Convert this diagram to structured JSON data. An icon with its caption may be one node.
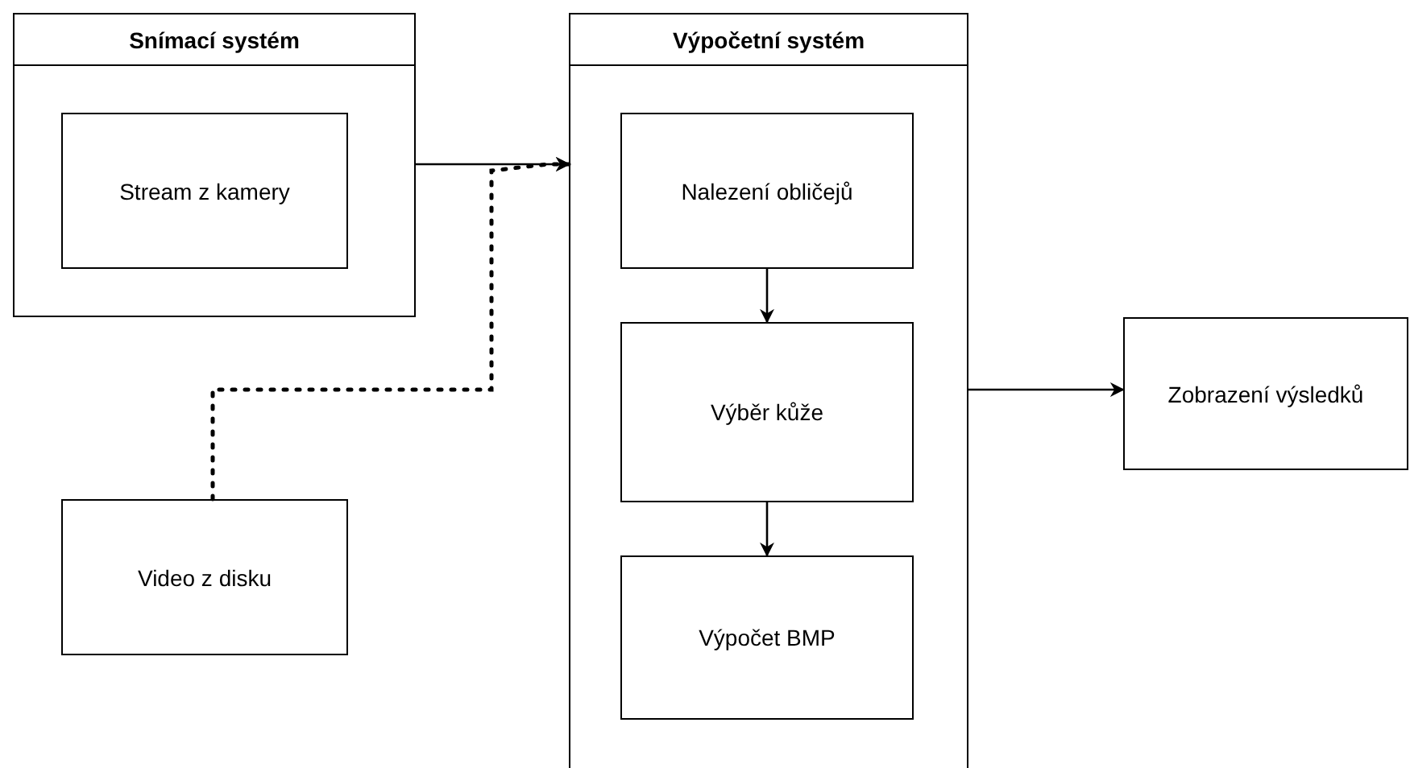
{
  "diagram": {
    "nodes": [
      {
        "text": [
          "Snímací systém"
        ]
      },
      {
        "text": [
          "Stream z kamery"
        ],
        "in": 0
      },
      {
        "text": [
          "Výpočetní systém"
        ]
      },
      {
        "text": [
          "Nalezení obličejů"
        ],
        "in": 2
      },
      {
        "text": [
          "Výběr kůže"
        ],
        "in": 2
      },
      {
        "text": [
          "Výpočet BMP"
        ],
        "in": 2
      },
      {
        "text": [
          "Zobrazení výsledků"
        ]
      },
      {
        "text": [
          "Video z disku"
        ]
      }
    ],
    "edges": [
      {
        "from": 0,
        "to": 2,
        "arrow": "to"
      },
      {
        "from": 7,
        "to": 2,
        "arrow": "to",
        "style": "dashed"
      },
      {
        "from": 3,
        "to": 4,
        "arrow": "to"
      },
      {
        "from": 4,
        "to": 5,
        "arrow": "to"
      },
      {
        "from": 2,
        "to": 6,
        "arrow": "to"
      }
    ]
  }
}
